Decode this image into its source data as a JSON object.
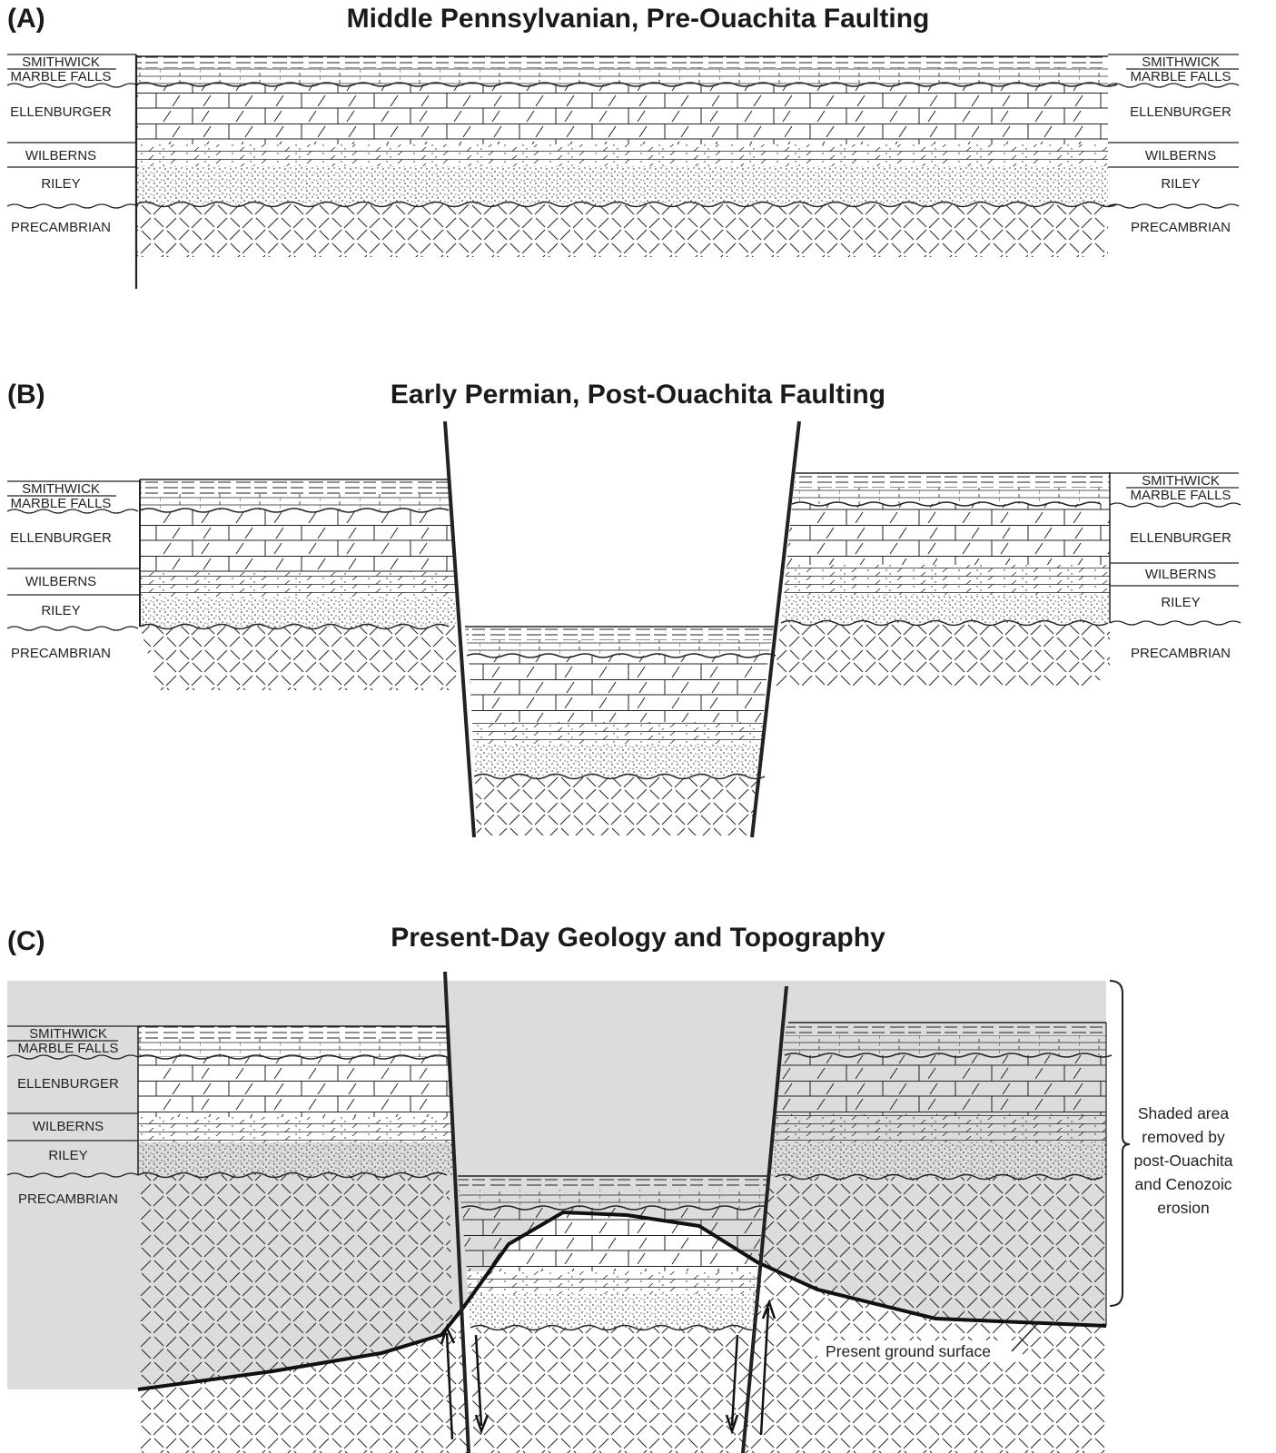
{
  "panels": {
    "a": {
      "letter": "(A)",
      "title": "Middle Pennsylvanian, Pre-Ouachita Faulting"
    },
    "b": {
      "letter": "(B)",
      "title": "Early Permian, Post-Ouachita Faulting"
    },
    "c": {
      "letter": "(C)",
      "title": "Present-Day Geology and Topography"
    }
  },
  "units": {
    "smithwick": "SMITHWICK",
    "marble_falls": "MARBLE FALLS",
    "ellenburger": "ELLENBURGER",
    "wilberns": "WILBERNS",
    "riley": "RILEY",
    "precambrian": "PRECAMBRIAN"
  },
  "annotations": {
    "erosion_line1": "Shaded area",
    "erosion_line2": "removed by",
    "erosion_line3": "post-Ouachita",
    "erosion_line4": "and Cenozoic",
    "erosion_line5": "erosion",
    "ground_surface": "Present ground surface"
  },
  "colors": {
    "shading": "#dcdcdc",
    "ink": "#1a1a1a"
  }
}
